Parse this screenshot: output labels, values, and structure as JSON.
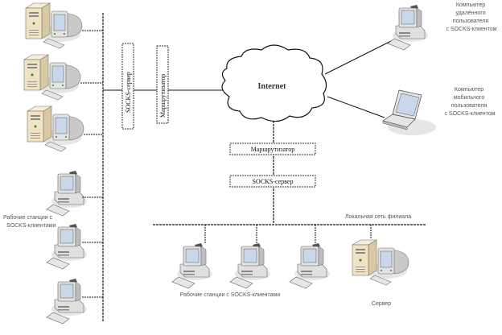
{
  "cloud": {
    "label": "Internet"
  },
  "left_devices": {
    "socks_server": "SOCKS-сервер",
    "router": "Маршрутизатор",
    "workstations_caption": [
      "Рабочие станции с",
      "SOCKS-клиентами"
    ]
  },
  "center_devices": {
    "router": "Маршрутизатор",
    "socks_server": "SOCKS-сервер"
  },
  "remote": {
    "remote_user": [
      "Компьютер",
      "удалённого",
      "пользователя",
      "с SOCKS-клиентом"
    ],
    "mobile_user": [
      "Компьютер",
      "мобильного",
      "пользователя",
      "с SOCKS-клиентом"
    ]
  },
  "branch": {
    "network_label": "Локальная сеть филиала",
    "workstations_caption": "Рабочие станции с SOCKS-клиентами",
    "server_caption": "Сервер"
  },
  "colors": {
    "tower": "#efe3c4",
    "monitor": "#e4e4e4",
    "screen": "#c8d8ea",
    "line": "#111111"
  }
}
